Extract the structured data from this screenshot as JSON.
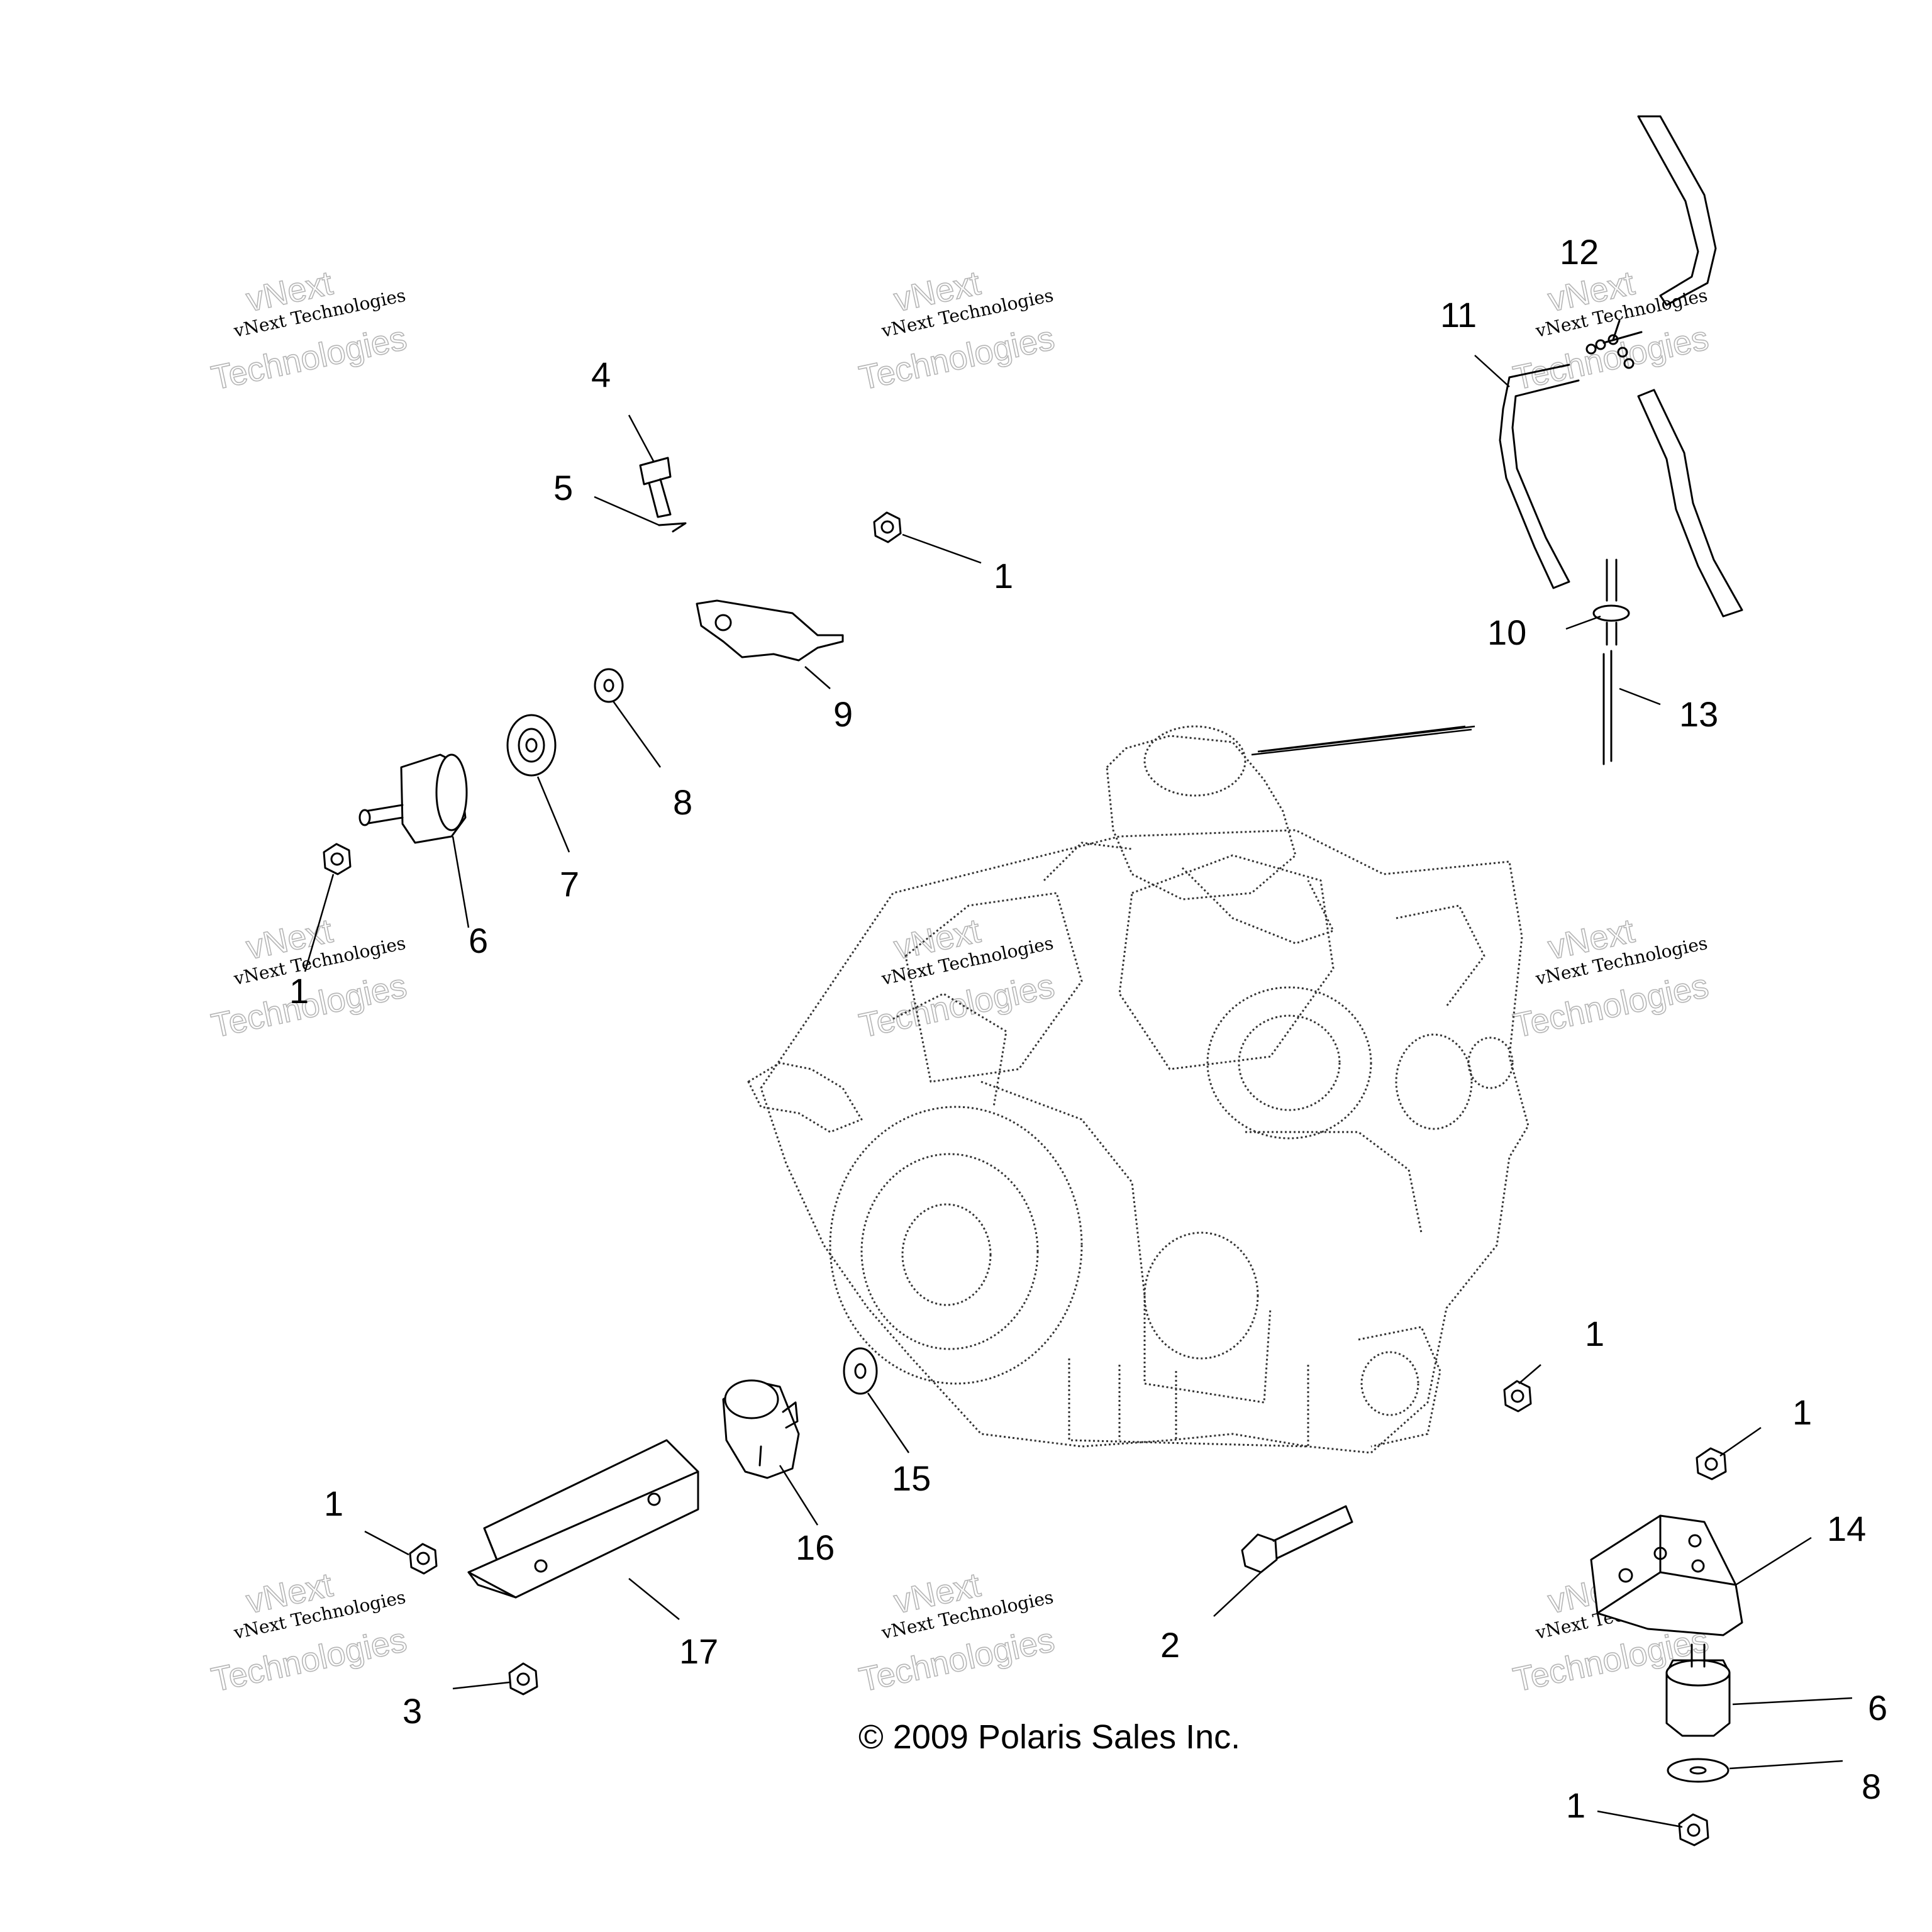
{
  "watermark": {
    "line1": "vNext",
    "line2": "vNext Technologies",
    "line3": "Technologies"
  },
  "callouts": {
    "c1_top": "1",
    "c1_left": "1",
    "c1_mid": "1",
    "c1_right": "1",
    "c1_bl": "1",
    "c1_br": "1",
    "c2": "2",
    "c3": "3",
    "c4": "4",
    "c5": "5",
    "c6_left": "6",
    "c6_right": "6",
    "c7": "7",
    "c8_left": "8",
    "c8_right": "8",
    "c9": "9",
    "c10": "10",
    "c11": "11",
    "c12": "12",
    "c13": "13",
    "c14": "14",
    "c15": "15",
    "c16": "16",
    "c17": "17"
  },
  "copyright": "© 2009 Polaris Sales Inc."
}
